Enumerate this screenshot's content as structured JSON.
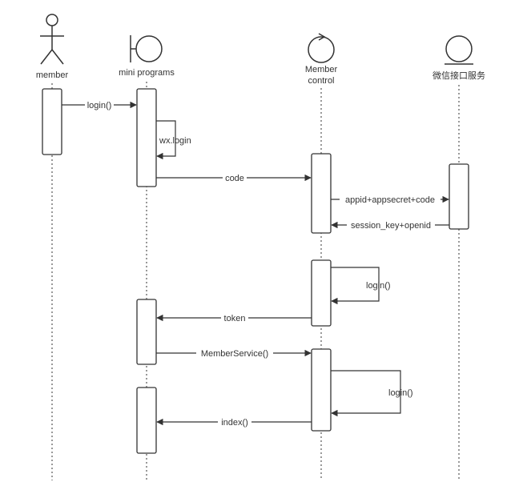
{
  "participants": {
    "member": "member",
    "mini": "mini programs",
    "control_line1": "Member",
    "control_line2": "control",
    "wechat": "微信接口服务"
  },
  "messages": {
    "login1": "login()",
    "wxlogin": "wx.login",
    "code": "code",
    "appid": "appid+appsecret+code",
    "session": "session_key+openid",
    "login2": "login()",
    "token": "token",
    "memberservice": "MemberService()",
    "login3": "login()",
    "index": "index()"
  }
}
